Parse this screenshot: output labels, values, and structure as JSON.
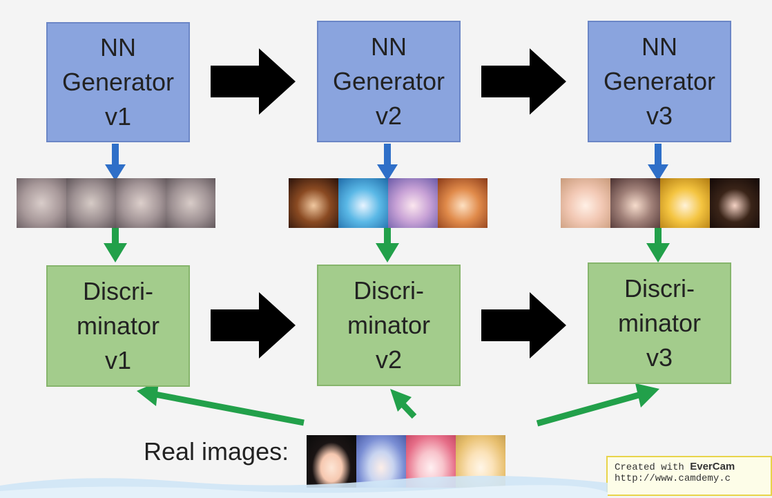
{
  "generators": [
    {
      "line1": "NN",
      "line2": "Generator",
      "line3": "v1"
    },
    {
      "line1": "NN",
      "line2": "Generator",
      "line3": "v2"
    },
    {
      "line1": "NN",
      "line2": "Generator",
      "line3": "v3"
    }
  ],
  "discriminators": [
    {
      "line1": "Discri-",
      "line2": "minator",
      "line3": "v1"
    },
    {
      "line1": "Discri-",
      "line2": "minator",
      "line3": "v2"
    },
    {
      "line1": "Discri-",
      "line2": "minator",
      "line3": "v3"
    }
  ],
  "real_images_label": "Real images:",
  "watermark": {
    "prefix": "Created with ",
    "brand": "EverCam",
    "url": "http://www.camdemy.c"
  },
  "colors": {
    "generator_box": "#8aa4de",
    "discriminator_box": "#a3cc8c",
    "blue_arrow": "#2f6fc8",
    "green_arrow": "#22a04a",
    "black_arrow": "#000000"
  }
}
